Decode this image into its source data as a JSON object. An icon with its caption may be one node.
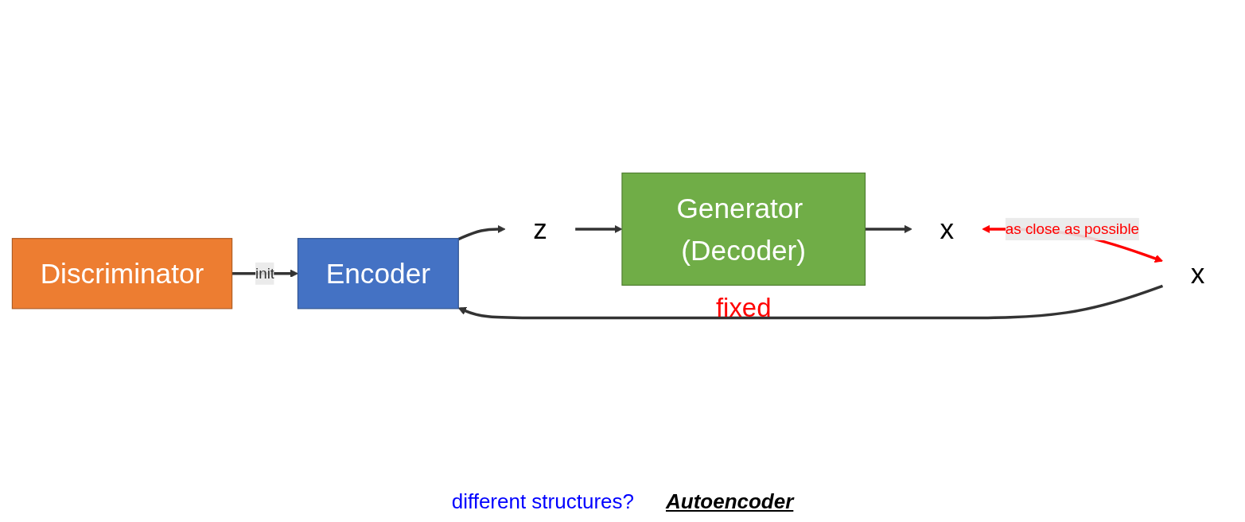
{
  "diagram": {
    "nodes": [
      {
        "text": [
          "x"
        ]
      },
      {
        "text": [
          "Encoder"
        ]
      },
      {
        "text": [
          "z"
        ]
      },
      {
        "text": [
          "Generator (Decoder)"
        ],
        "beside": [
          "fixed"
        ]
      },
      {
        "text": [
          "x"
        ]
      },
      {
        "text": [
          "Discriminator"
        ]
      }
    ],
    "edges": [
      {
        "from": 0,
        "to": 1,
        "arrow": "to"
      },
      {
        "from": 1,
        "to": 2,
        "arrow": "to"
      },
      {
        "from": 2,
        "to": 3,
        "arrow": "to"
      },
      {
        "from": 3,
        "to": 4,
        "arrow": "to"
      },
      {
        "from": 5,
        "to": 1,
        "arrow": "to",
        "label": "init"
      },
      {
        "from": 4,
        "to": 0,
        "arrow": "both",
        "label": "as close as possible",
        "color": "#ff0000"
      }
    ],
    "labels": [
      "different structures?",
      "Autoencoder"
    ]
  }
}
